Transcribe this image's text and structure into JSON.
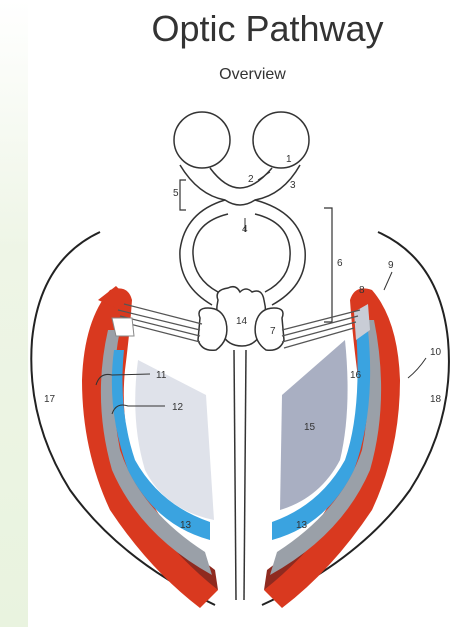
{
  "title": "Optic Pathway",
  "subtitle": "Overview",
  "labels": {
    "l1": "1",
    "l2": "2",
    "l3": "3",
    "l4": "4",
    "l5": "5",
    "l6": "6",
    "l7": "7",
    "l8": "8",
    "l9": "9",
    "l10": "10",
    "l11": "11",
    "l12": "12",
    "l13a": "13",
    "l13b": "13",
    "l14": "14",
    "l15": "15",
    "l16": "16",
    "l17": "17",
    "l18": "18"
  },
  "colors": {
    "optic_radiation": "#d9391f",
    "radiation_dark": "#8f2a1f",
    "radiation_blue": "#3aa3e0",
    "radiation_gray": "#9aa0a8",
    "cortex_light": "#dfe2ea",
    "cortex_shaded": "#a9afc2",
    "line": "#333333"
  }
}
